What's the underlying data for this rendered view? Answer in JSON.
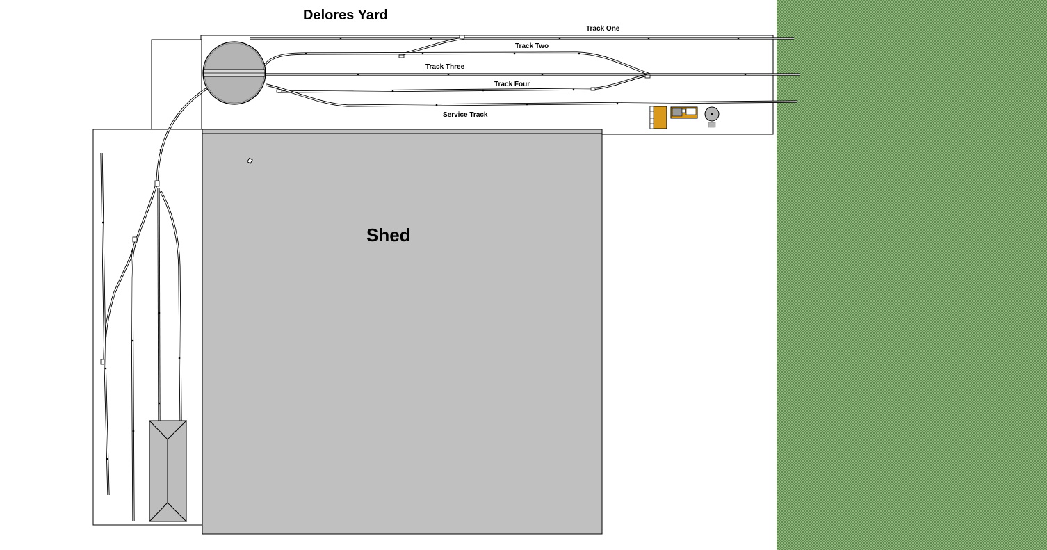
{
  "title": "Delores Yard",
  "shed_label": "Shed",
  "tracks": {
    "one": "Track One",
    "two": "Track Two",
    "three": "Track Three",
    "four": "Track Four",
    "service": "Service Track"
  },
  "colors": {
    "background": "#ffffff",
    "grass": "#6d9a5c",
    "shed": "#c0c0c0",
    "turntable": "#b4b4b4",
    "engine_house": "#bdbdbd",
    "accent_building": "#d99a1c"
  }
}
